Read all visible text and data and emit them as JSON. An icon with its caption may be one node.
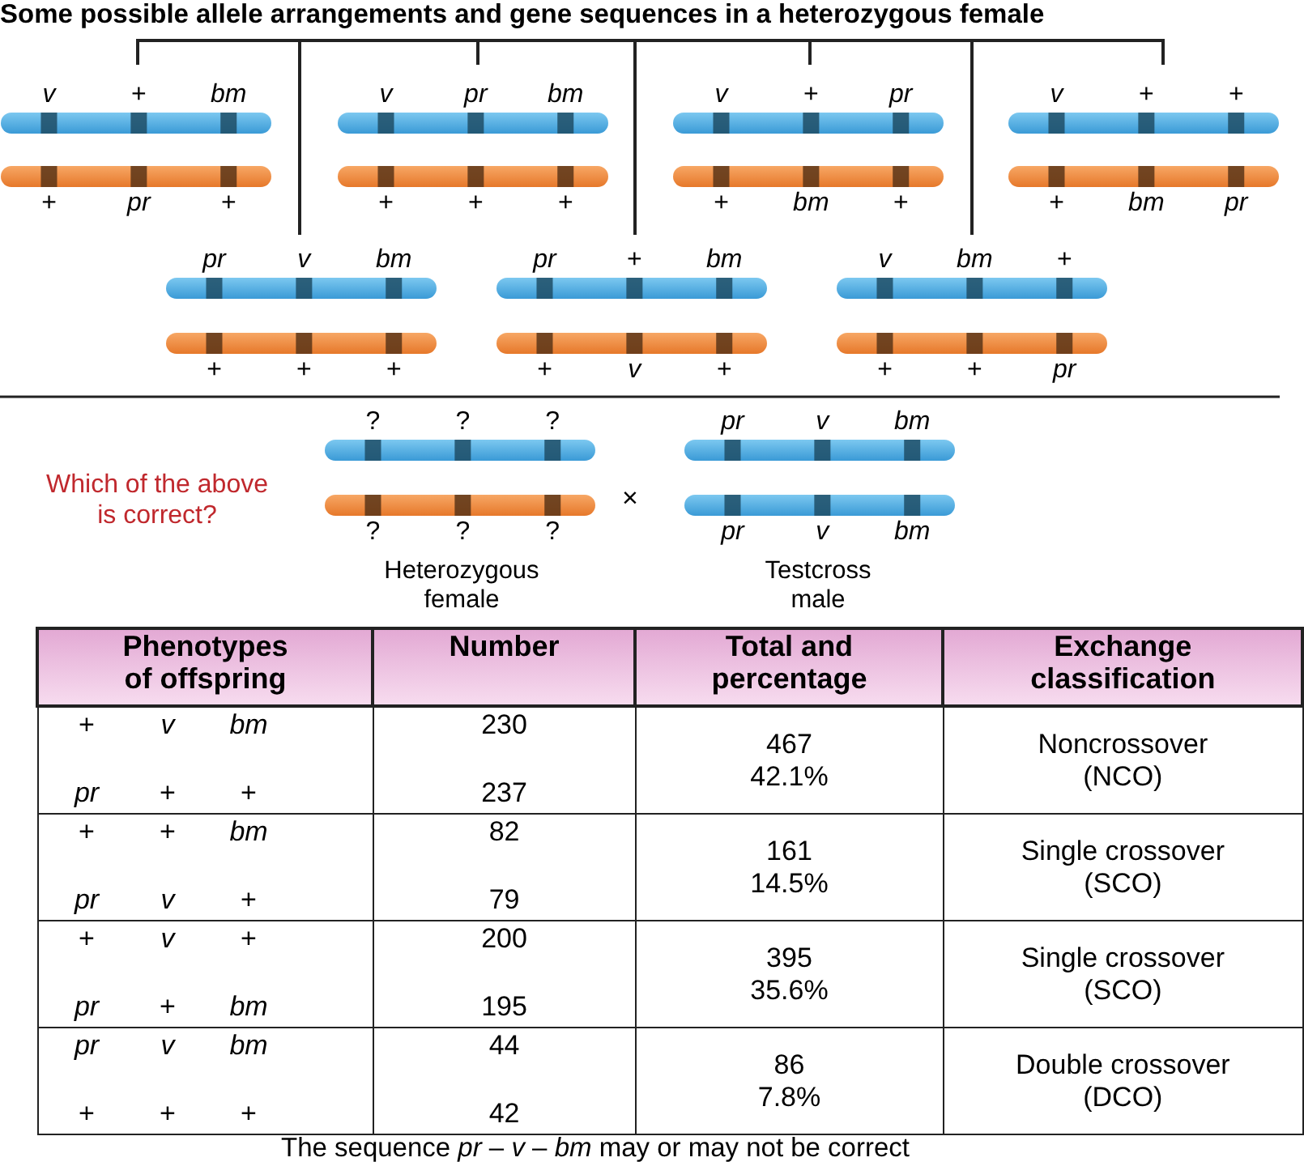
{
  "diagram": {
    "title": "Some possible allele arrangements and gene sequences in a heterozygous female",
    "nodes": [
      {
        "text": [],
        "shape": "bar",
        "beside": [
          "v",
          "+",
          "bm"
        ]
      },
      {
        "text": [],
        "shape": "bar",
        "beside": [
          "+",
          "pr",
          "+"
        ]
      },
      {
        "text": [],
        "shape": "bar",
        "beside": [
          "v",
          "pr",
          "bm"
        ]
      },
      {
        "text": [],
        "shape": "bar",
        "beside": [
          "+",
          "+",
          "+"
        ]
      },
      {
        "text": [],
        "shape": "bar",
        "beside": [
          "v",
          "+",
          "pr"
        ]
      },
      {
        "text": [],
        "shape": "bar",
        "beside": [
          "+",
          "bm",
          "+"
        ]
      },
      {
        "text": [],
        "shape": "bar",
        "beside": [
          "v",
          "+",
          "+"
        ]
      },
      {
        "text": [],
        "shape": "bar",
        "beside": [
          "+",
          "bm",
          "pr"
        ]
      },
      {
        "text": [],
        "shape": "bar",
        "beside": [
          "pr",
          "v",
          "bm"
        ]
      },
      {
        "text": [],
        "shape": "bar",
        "beside": [
          "+",
          "+",
          "+"
        ]
      },
      {
        "text": [],
        "shape": "bar",
        "beside": [
          "pr",
          "+",
          "bm"
        ]
      },
      {
        "text": [],
        "shape": "bar",
        "beside": [
          "+",
          "v",
          "+"
        ]
      },
      {
        "text": [],
        "shape": "bar",
        "beside": [
          "v",
          "bm",
          "+"
        ]
      },
      {
        "text": [],
        "shape": "bar",
        "beside": [
          "+",
          "+",
          "pr"
        ]
      },
      {
        "text": [],
        "shape": "bar",
        "beside": [
          "?",
          "?",
          "?"
        ]
      },
      {
        "text": [],
        "shape": "bar",
        "beside": [
          "?",
          "?",
          "?"
        ]
      },
      {
        "text": [],
        "shape": "bar",
        "beside": [
          "pr",
          "v",
          "bm"
        ]
      },
      {
        "text": [],
        "shape": "bar",
        "beside": [
          "pr",
          "v",
          "bm"
        ]
      }
    ],
    "labels": [
      "Which of the above is correct?",
      "×",
      "Heterozygous female",
      "Testcross male",
      "Phenotypes of offspring",
      "Number",
      "Total and percentage",
      "Exchange classification",
      "+",
      "v",
      "bm",
      "230",
      "467 42.1%",
      "Noncrossover (NCO)",
      "pr",
      "+",
      "+",
      "237",
      "+",
      "+",
      "bm",
      "82",
      "161 14.5%",
      "Single crossover (SCO)",
      "pr",
      "v",
      "+",
      "79",
      "+",
      "v",
      "+",
      "200",
      "395 35.6%",
      "Single crossover (SCO)",
      "pr",
      "+",
      "bm",
      "195",
      "pr",
      "v",
      "bm",
      "44",
      "86 7.8%",
      "Double crossover (DCO)",
      "+",
      "+",
      "+",
      "42",
      "The sequence *pr* – *v* – *bm* may or may not be correct"
    ]
  }
}
